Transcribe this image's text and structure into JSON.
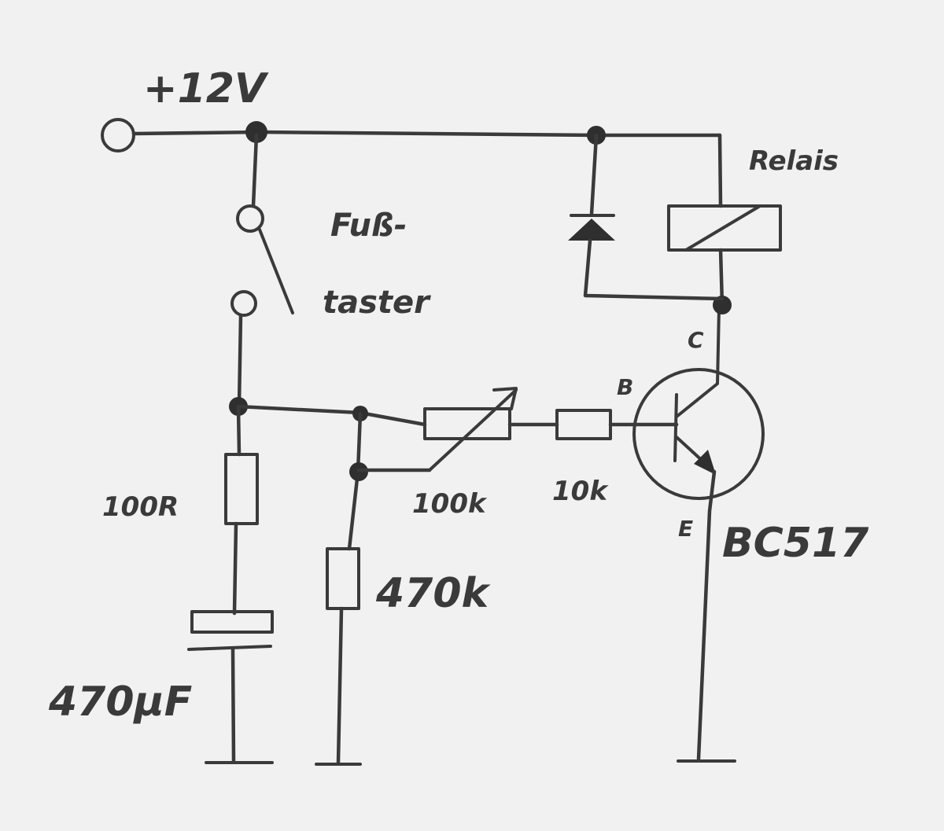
{
  "supply_label": "+12V",
  "switch_label_line1": "Fuß-",
  "switch_label_line2": "taster",
  "relay_label": "Relais",
  "r_100_label": "100R",
  "cap_label": "470µF",
  "r_470k_label": "470k",
  "pot_label": "100k",
  "r_10k_label": "10k",
  "transistor_label": "BC517",
  "pin_b_label": "B",
  "pin_c_label": "C",
  "pin_e_label": "E",
  "colors": {
    "ink": "#3a3a3a",
    "paper": "#f1f1f1"
  }
}
